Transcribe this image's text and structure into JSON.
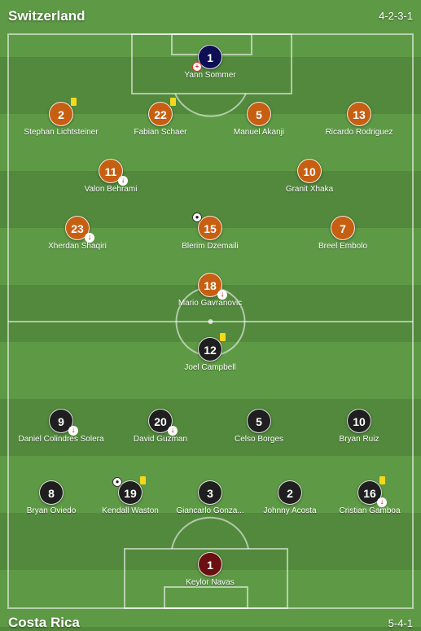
{
  "home": {
    "name": "Switzerland",
    "formation": "4-2-3-1",
    "players": [
      {
        "num": "1",
        "name": "Yann Sommer"
      },
      {
        "num": "2",
        "name": "Stephan Lichtsteiner"
      },
      {
        "num": "22",
        "name": "Fabian Schaer"
      },
      {
        "num": "5",
        "name": "Manuel Akanji"
      },
      {
        "num": "13",
        "name": "Ricardo Rodriguez"
      },
      {
        "num": "11",
        "name": "Valon Behrami"
      },
      {
        "num": "10",
        "name": "Granit Xhaka"
      },
      {
        "num": "23",
        "name": "Xherdan Shaqiri"
      },
      {
        "num": "15",
        "name": "Blerim Dzemaili"
      },
      {
        "num": "7",
        "name": "Breel Embolo"
      },
      {
        "num": "18",
        "name": "Mario Gavranovic"
      }
    ]
  },
  "away": {
    "name": "Costa Rica",
    "formation": "5-4-1",
    "players": [
      {
        "num": "12",
        "name": "Joel Campbell"
      },
      {
        "num": "9",
        "name": "Daniel Colindres Solera"
      },
      {
        "num": "20",
        "name": "David Guzman"
      },
      {
        "num": "5",
        "name": "Celso Borges"
      },
      {
        "num": "10",
        "name": "Bryan Ruiz"
      },
      {
        "num": "8",
        "name": "Bryan Oviedo"
      },
      {
        "num": "19",
        "name": "Kendall Waston"
      },
      {
        "num": "3",
        "name": "Giancarlo Gonza..."
      },
      {
        "num": "2",
        "name": "Johnny Acosta"
      },
      {
        "num": "16",
        "name": "Cristian Gamboa"
      },
      {
        "num": "1",
        "name": "Keylor Navas"
      }
    ]
  },
  "icons": {
    "yellow_card": "yellow-card-icon",
    "substituted_out": "substitution-out-icon",
    "goal": "ball-icon"
  },
  "colors": {
    "home_shirt": "#c75f12",
    "home_gk_shirt": "#0e0e55",
    "away_shirt": "#1f1f1f",
    "away_gk_shirt": "#6a1010",
    "yellow_card": "#f7d71c"
  }
}
